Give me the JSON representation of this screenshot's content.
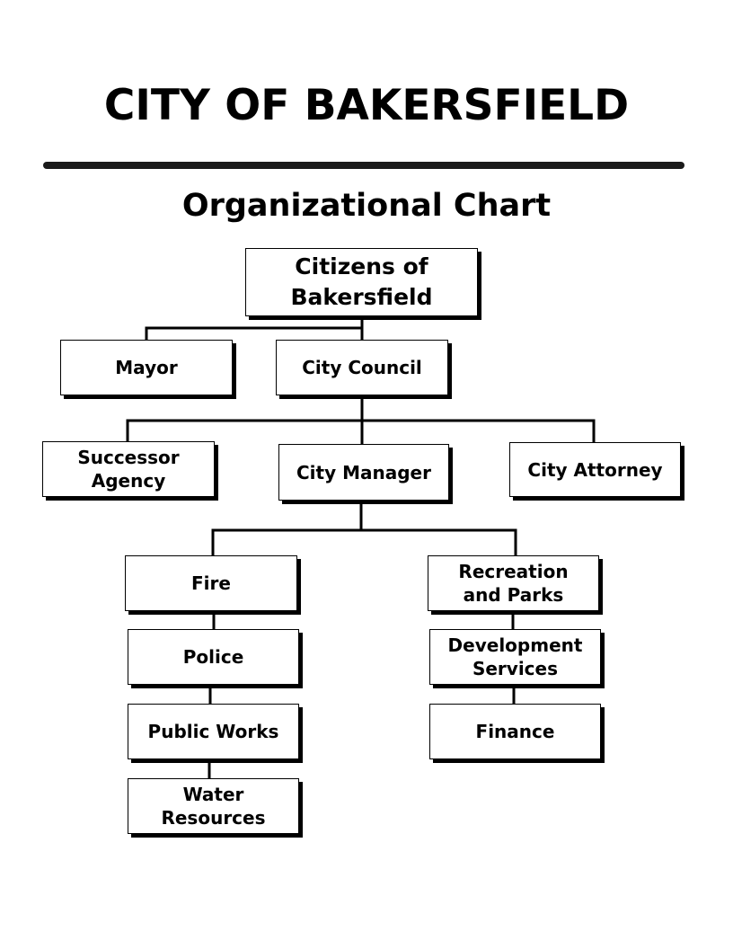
{
  "header": {
    "title": "CITY OF BAKERSFIELD",
    "subtitle": "Organizational Chart"
  },
  "org": {
    "citizens": "Citizens of\nBakersfield",
    "mayor": "Mayor",
    "city_council": "City Council",
    "successor_agency": "Successor\nAgency",
    "city_manager": "City Manager",
    "city_attorney": "City Attorney",
    "fire": "Fire",
    "police": "Police",
    "public_works": "Public Works",
    "water_resources": "Water\nResources",
    "recreation_parks": "Recreation\nand Parks",
    "development_services": "Development\nServices",
    "finance": "Finance"
  }
}
